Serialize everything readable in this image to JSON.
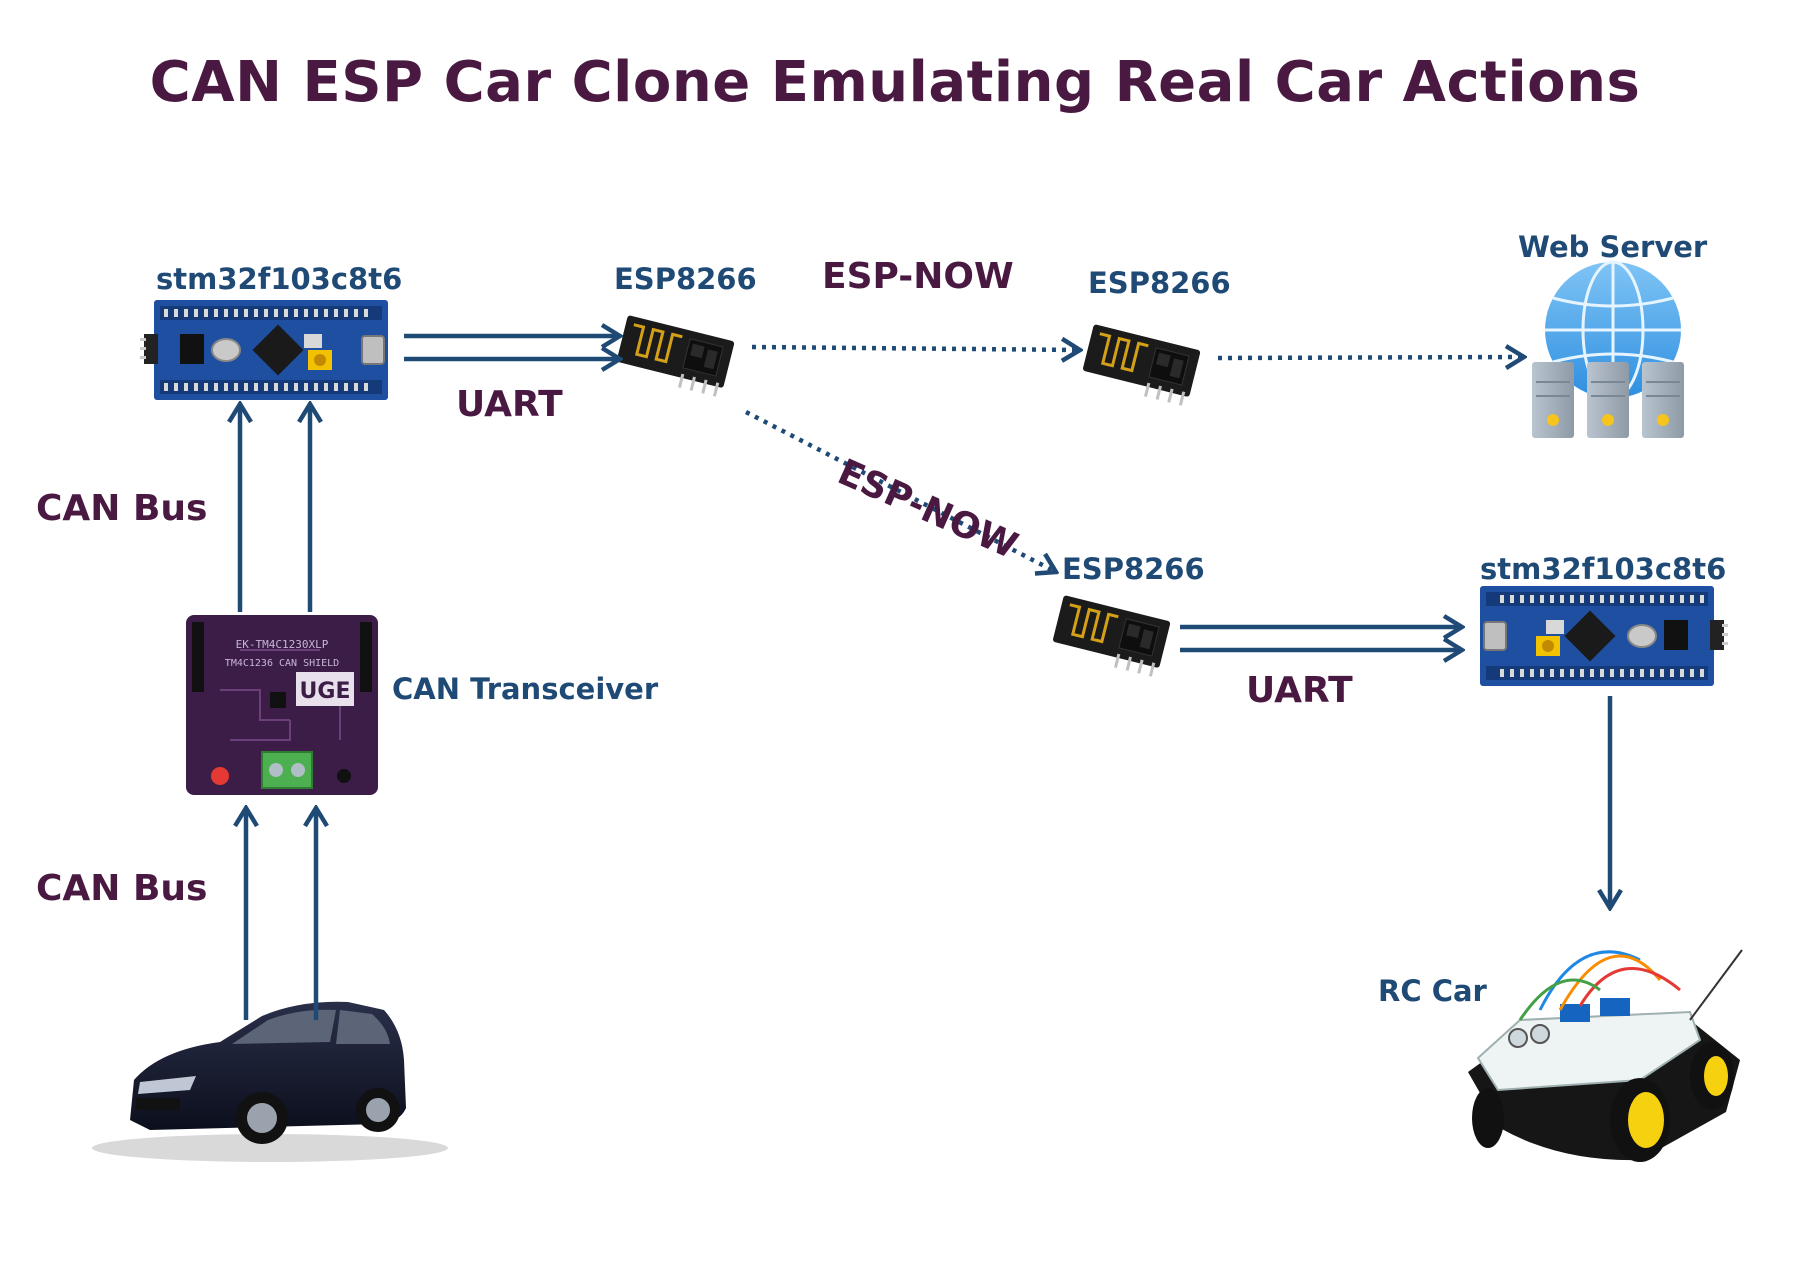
{
  "title": "CAN ESP Car Clone Emulating Real Car Actions",
  "colors": {
    "title": "#4a1942",
    "link_label": "#4a1942",
    "device_label": "#1f4a76",
    "arrow": "#1f4a76"
  },
  "labels": {
    "stm32_top": "stm32f103c8t6",
    "esp_top_left": "ESP8266",
    "esp_now_top": "ESP-NOW",
    "esp_top_right": "ESP8266",
    "web_server": "Web Server",
    "uart_top": "UART",
    "can_bus_top": "CAN Bus",
    "esp_now_diag": "ESP-NOW",
    "esp_bottom": "ESP8266",
    "stm32_bottom": "stm32f103c8t6",
    "can_transceiver": "CAN Transceiver",
    "uart_bottom": "UART",
    "can_bus_bottom": "CAN Bus",
    "rc_car": "RC Car"
  },
  "shield_text": {
    "line1": "EK-TM4C1230XLP",
    "line2": "TM4C1236 CAN SHIELD",
    "logo": "UGE"
  },
  "icons": {
    "stm32_board": "microcontroller-board-icon",
    "esp_module": "wifi-module-icon",
    "web_server": "globe-server-icon",
    "can_shield": "can-shield-board-icon",
    "real_car": "car-icon",
    "rc_car": "rc-car-icon"
  }
}
